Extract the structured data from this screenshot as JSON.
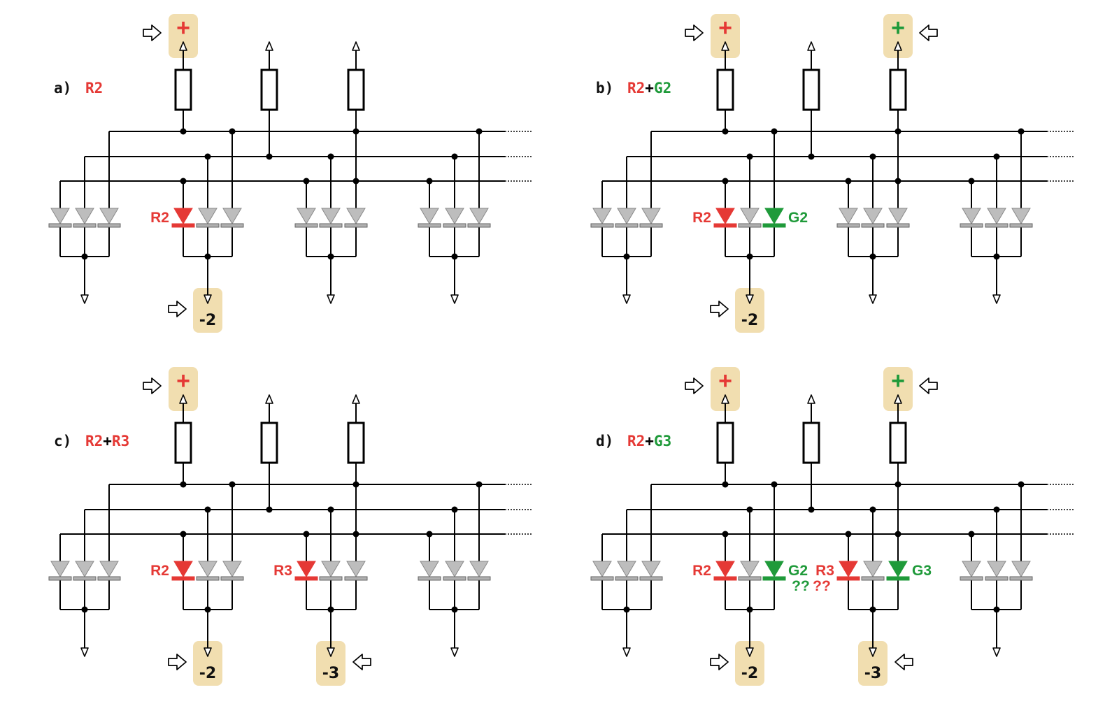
{
  "colors": {
    "red": "#e53935",
    "green": "#1f9a3a",
    "gray": "#bdbdbd",
    "highlight": "#f1deb0",
    "wire": "#000000"
  },
  "panels": [
    {
      "letter": "a)",
      "title": [
        {
          "text": "R2",
          "color": "red"
        }
      ],
      "plus": [
        {
          "column": 0,
          "color": "red"
        }
      ],
      "minus": [
        {
          "group": 1,
          "text": "-2"
        }
      ],
      "leds": [
        {
          "group": 1,
          "index": 0,
          "color": "red",
          "label": "R2",
          "side": "left"
        }
      ],
      "question_marks": []
    },
    {
      "letter": "b)",
      "title": [
        {
          "text": "R2",
          "color": "red"
        },
        {
          "text": "+",
          "color": "black"
        },
        {
          "text": "G2",
          "color": "green"
        }
      ],
      "plus": [
        {
          "column": 0,
          "color": "red"
        },
        {
          "column": 2,
          "color": "green"
        }
      ],
      "minus": [
        {
          "group": 1,
          "text": "-2"
        }
      ],
      "leds": [
        {
          "group": 1,
          "index": 0,
          "color": "red",
          "label": "R2",
          "side": "left"
        },
        {
          "group": 1,
          "index": 2,
          "color": "green",
          "label": "G2",
          "side": "right"
        }
      ],
      "question_marks": []
    },
    {
      "letter": "c)",
      "title": [
        {
          "text": "R2",
          "color": "red"
        },
        {
          "text": "+",
          "color": "black"
        },
        {
          "text": "R3",
          "color": "red"
        }
      ],
      "plus": [
        {
          "column": 0,
          "color": "red"
        }
      ],
      "minus": [
        {
          "group": 1,
          "text": "-2"
        },
        {
          "group": 2,
          "text": "-3"
        }
      ],
      "leds": [
        {
          "group": 1,
          "index": 0,
          "color": "red",
          "label": "R2",
          "side": "left"
        },
        {
          "group": 2,
          "index": 0,
          "color": "red",
          "label": "R3",
          "side": "left"
        }
      ],
      "question_marks": []
    },
    {
      "letter": "d)",
      "title": [
        {
          "text": "R2",
          "color": "red"
        },
        {
          "text": "+",
          "color": "black"
        },
        {
          "text": "G3",
          "color": "green"
        }
      ],
      "plus": [
        {
          "column": 0,
          "color": "red"
        },
        {
          "column": 2,
          "color": "green"
        }
      ],
      "minus": [
        {
          "group": 1,
          "text": "-2"
        },
        {
          "group": 2,
          "text": "-3"
        }
      ],
      "leds": [
        {
          "group": 1,
          "index": 0,
          "color": "red",
          "label": "R2",
          "side": "left"
        },
        {
          "group": 1,
          "index": 2,
          "color": "green",
          "label": "G2",
          "side": "right"
        },
        {
          "group": 2,
          "index": 0,
          "color": "red",
          "label": "R3",
          "side": "left"
        },
        {
          "group": 2,
          "index": 2,
          "color": "green",
          "label": "G3",
          "side": "right"
        }
      ],
      "question_marks": [
        {
          "group": 1,
          "text": "??",
          "color": "green"
        },
        {
          "group": 2,
          "text": "??",
          "color": "red"
        }
      ]
    }
  ],
  "plus_symbol": "+"
}
